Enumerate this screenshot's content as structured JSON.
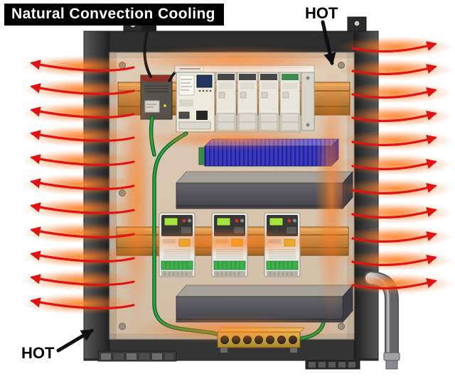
{
  "title": "Natural Convection Cooling",
  "annotations": {
    "hot_top": "HOT",
    "hot_bottom": "HOT"
  },
  "heat_arrows": {
    "left_ys": [
      95,
      128,
      161,
      194,
      228,
      262,
      296,
      330,
      364,
      397,
      430
    ],
    "right_ys": [
      68,
      100,
      133,
      166,
      200,
      234,
      268,
      302,
      336,
      369,
      402
    ],
    "color": "#e01313",
    "glow_color": "#ff8726"
  },
  "palette": {
    "banner_bg": "#000000",
    "banner_text": "#ffffff",
    "enclosure_frame": "#3a3a3a",
    "backplane": "#d8d1c3",
    "din_rail": "#c9853d",
    "terminal_strip_blue": "#3a3ac2",
    "wireway_gray": "#54545a",
    "drive_body": "#ece9e2",
    "drive_display_green": "#a6e23c",
    "ground_wire_green": "#2aa043",
    "ground_bar_brass": "#caa23a",
    "conduit_gray": "#9a9a9a"
  },
  "components": [
    "enclosure",
    "mounting-tabs",
    "power-supply",
    "plc-cpu",
    "plc-io-modules",
    "din-rail-top",
    "terminal-strip-blue",
    "wireway-upper",
    "vfd-drive-1",
    "vfd-drive-2",
    "vfd-drive-3",
    "din-rail-middle",
    "wireway-lower",
    "ground-terminal-bar",
    "ground-wire",
    "conduit"
  ]
}
